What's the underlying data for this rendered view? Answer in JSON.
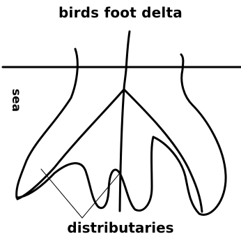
{
  "diagram": {
    "title": "birds foot delta",
    "sea_label": "sea",
    "pointer_label": "distributaries"
  }
}
